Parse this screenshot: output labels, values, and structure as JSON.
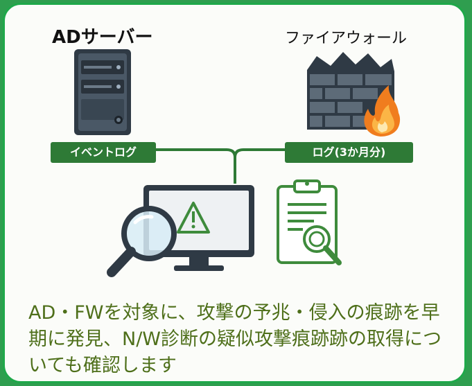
{
  "ad_server": {
    "title": "ADサーバー",
    "label": "イベントログ"
  },
  "firewall": {
    "title": "ファイアウォール",
    "label": "ログ(3か月分)"
  },
  "icons": {
    "server": "server-icon",
    "firewall": "firewall-icon",
    "monitor": "monitor-warning-icon",
    "magnifier": "magnifier-icon",
    "report": "clipboard-report-icon"
  },
  "description": "AD・FWを対象に、攻撃の予兆・侵入の痕跡を早期に発見、N/W診断の疑似攻撃痕跡跡の取得についても確認します",
  "colors": {
    "border": "#1fa84a",
    "pill": "#2e7a36",
    "text": "#4e6f1a",
    "icon_dark": "#2f3a45",
    "accent_green": "#3e8b3c"
  }
}
